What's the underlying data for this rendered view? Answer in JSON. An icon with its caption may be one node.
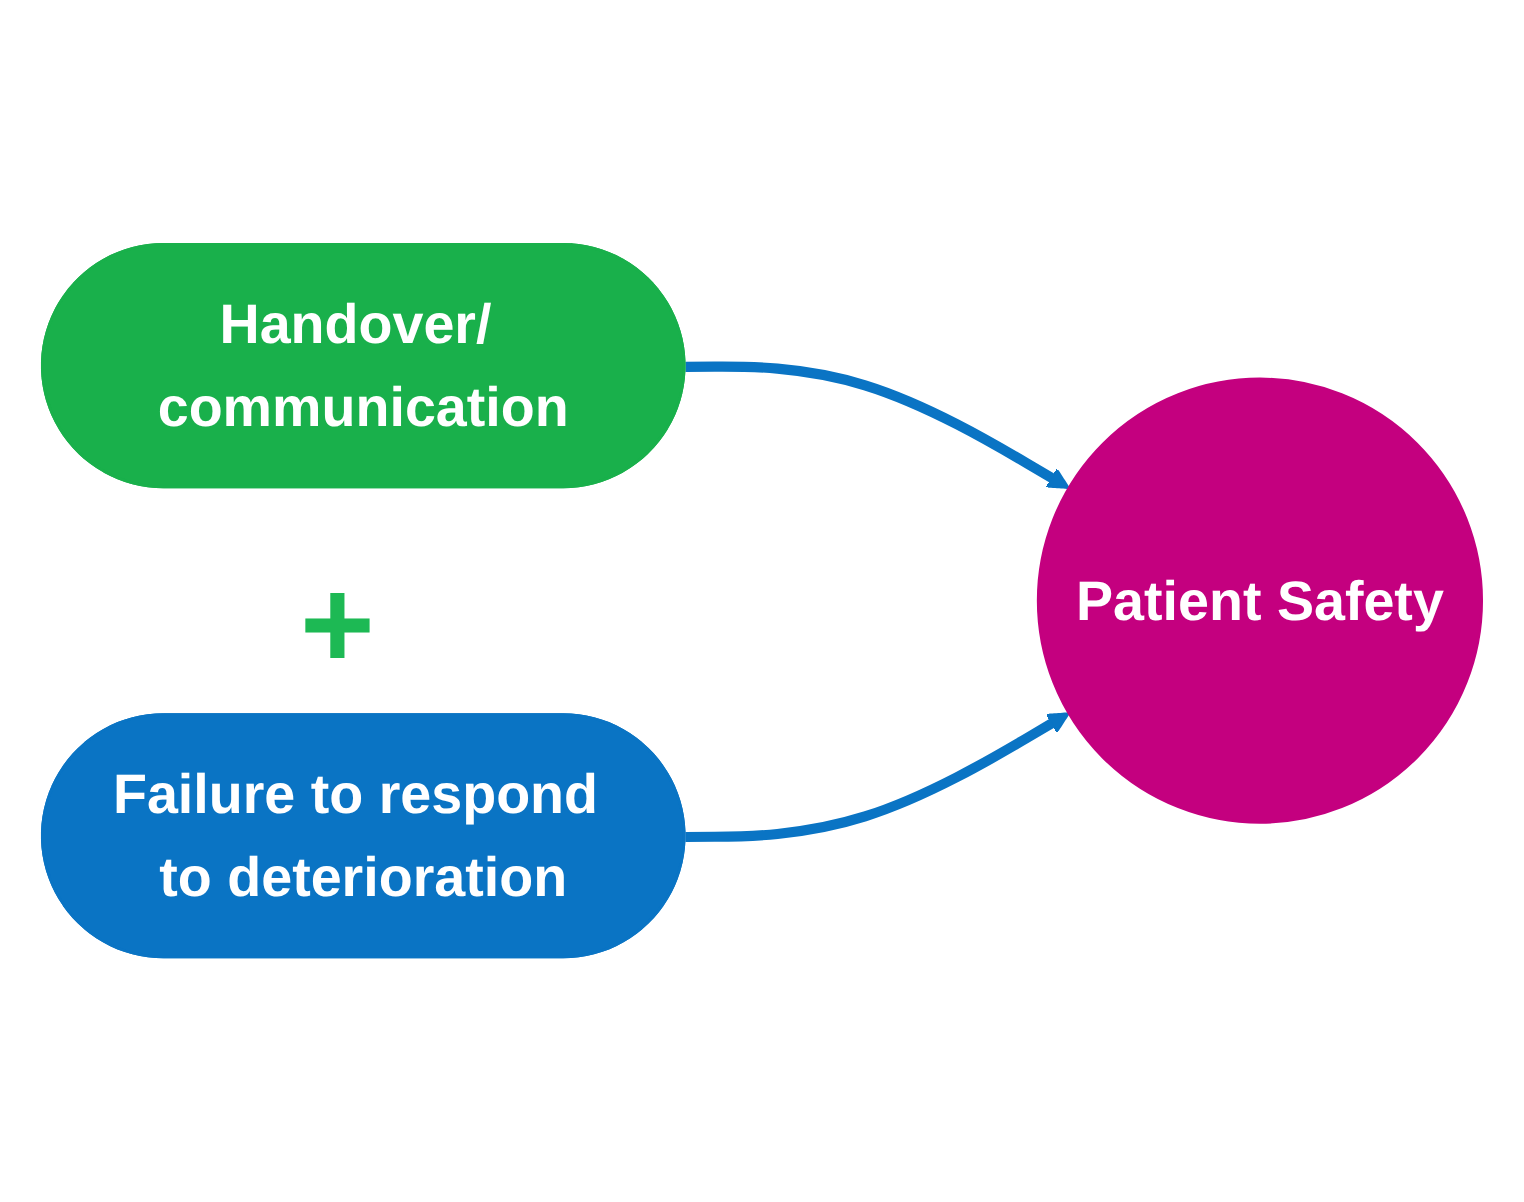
{
  "diagram": {
    "nodes": [
      {
        "text": [
          "Handover/ communication"
        ]
      },
      {
        "text": [
          "Failure to respond to deterioration"
        ]
      },
      {
        "text": [
          "Patient Safety"
        ]
      }
    ],
    "edges": [
      {
        "from": 0,
        "to": 2,
        "arrow": "to"
      },
      {
        "from": 1,
        "to": 2,
        "arrow": "to"
      }
    ],
    "labels": [
      "+"
    ]
  }
}
